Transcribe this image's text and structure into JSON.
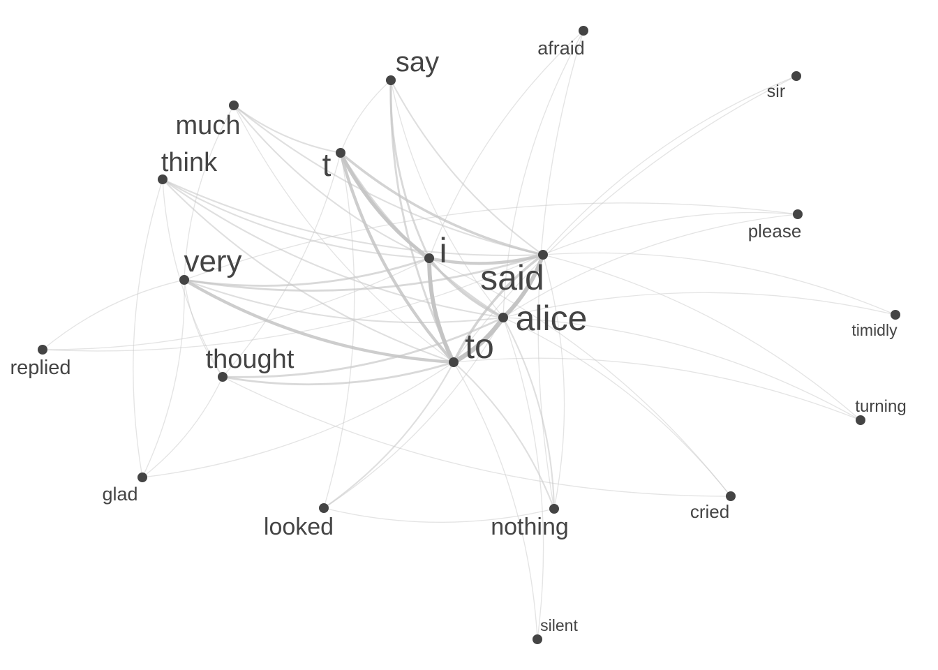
{
  "graph": {
    "style": {
      "node_color": "#444444",
      "edge_color": "#c4c4c4",
      "background": "#ffffff"
    },
    "nodes": [
      {
        "id": "afraid",
        "label": "afraid"
      },
      {
        "id": "sir",
        "label": "sir"
      },
      {
        "id": "say",
        "label": "say"
      },
      {
        "id": "much",
        "label": "much"
      },
      {
        "id": "think",
        "label": "think"
      },
      {
        "id": "t",
        "label": "t"
      },
      {
        "id": "please",
        "label": "please"
      },
      {
        "id": "i",
        "label": "i"
      },
      {
        "id": "said",
        "label": "said"
      },
      {
        "id": "very",
        "label": "very"
      },
      {
        "id": "alice",
        "label": "alice"
      },
      {
        "id": "timidly",
        "label": "timidly"
      },
      {
        "id": "replied",
        "label": "replied"
      },
      {
        "id": "to",
        "label": "to"
      },
      {
        "id": "thought",
        "label": "thought"
      },
      {
        "id": "turning",
        "label": "turning"
      },
      {
        "id": "glad",
        "label": "glad"
      },
      {
        "id": "looked",
        "label": "looked"
      },
      {
        "id": "nothing",
        "label": "nothing"
      },
      {
        "id": "cried",
        "label": "cried"
      },
      {
        "id": "silent",
        "label": "silent"
      }
    ],
    "edges": [
      {
        "source": "to",
        "target": "alice",
        "weight": 8
      },
      {
        "source": "alice",
        "target": "said",
        "weight": 7
      },
      {
        "source": "i",
        "target": "to",
        "weight": 7
      },
      {
        "source": "t",
        "target": "i",
        "weight": 6
      },
      {
        "source": "t",
        "target": "to",
        "weight": 5
      },
      {
        "source": "i",
        "target": "said",
        "weight": 5
      },
      {
        "source": "very",
        "target": "to",
        "weight": 5
      },
      {
        "source": "t",
        "target": "said",
        "weight": 4
      },
      {
        "source": "i",
        "target": "alice",
        "weight": 4
      },
      {
        "source": "said",
        "target": "to",
        "weight": 4
      },
      {
        "source": "very",
        "target": "said",
        "weight": 3
      },
      {
        "source": "very",
        "target": "i",
        "weight": 3
      },
      {
        "source": "thought",
        "target": "to",
        "weight": 3
      },
      {
        "source": "thought",
        "target": "alice",
        "weight": 3
      },
      {
        "source": "say",
        "target": "i",
        "weight": 3
      },
      {
        "source": "say",
        "target": "to",
        "weight": 3
      },
      {
        "source": "t",
        "target": "alice",
        "weight": 3
      },
      {
        "source": "looked",
        "target": "to",
        "weight": 2
      },
      {
        "source": "nothing",
        "target": "to",
        "weight": 2
      },
      {
        "source": "nothing",
        "target": "alice",
        "weight": 2
      },
      {
        "source": "much",
        "target": "t",
        "weight": 2
      },
      {
        "source": "much",
        "target": "i",
        "weight": 2
      },
      {
        "source": "much",
        "target": "said",
        "weight": 2
      },
      {
        "source": "think",
        "target": "said",
        "weight": 2
      },
      {
        "source": "think",
        "target": "i",
        "weight": 2
      },
      {
        "source": "think",
        "target": "to",
        "weight": 2
      },
      {
        "source": "very",
        "target": "alice",
        "weight": 2
      },
      {
        "source": "say",
        "target": "said",
        "weight": 2
      },
      {
        "source": "think",
        "target": "alice",
        "weight": 2
      },
      {
        "source": "much",
        "target": "to",
        "weight": 1
      },
      {
        "source": "very",
        "target": "replied",
        "weight": 1
      },
      {
        "source": "replied",
        "target": "i",
        "weight": 1
      },
      {
        "source": "replied",
        "target": "said",
        "weight": 1
      },
      {
        "source": "afraid",
        "target": "i",
        "weight": 1
      },
      {
        "source": "afraid",
        "target": "alice",
        "weight": 1
      },
      {
        "source": "sir",
        "target": "said",
        "weight": 1
      },
      {
        "source": "sir",
        "target": "to",
        "weight": 1
      },
      {
        "source": "please",
        "target": "said",
        "weight": 1
      },
      {
        "source": "please",
        "target": "alice",
        "weight": 1
      },
      {
        "source": "please",
        "target": "very",
        "weight": 1
      },
      {
        "source": "timidly",
        "target": "said",
        "weight": 1
      },
      {
        "source": "timidly",
        "target": "alice",
        "weight": 1
      },
      {
        "source": "turning",
        "target": "alice",
        "weight": 1
      },
      {
        "source": "turning",
        "target": "to",
        "weight": 1
      },
      {
        "source": "turning",
        "target": "said",
        "weight": 1
      },
      {
        "source": "cried",
        "target": "alice",
        "weight": 1
      },
      {
        "source": "cried",
        "target": "i",
        "weight": 1
      },
      {
        "source": "glad",
        "target": "very",
        "weight": 1
      },
      {
        "source": "glad",
        "target": "to",
        "weight": 1
      },
      {
        "source": "glad",
        "target": "thought",
        "weight": 1
      },
      {
        "source": "silent",
        "target": "to",
        "weight": 1
      },
      {
        "source": "silent",
        "target": "alice",
        "weight": 1
      },
      {
        "source": "thought",
        "target": "t",
        "weight": 1
      },
      {
        "source": "looked",
        "target": "alice",
        "weight": 1
      },
      {
        "source": "looked",
        "target": "t",
        "weight": 1
      },
      {
        "source": "nothing",
        "target": "said",
        "weight": 1
      },
      {
        "source": "much",
        "target": "very",
        "weight": 1
      },
      {
        "source": "think",
        "target": "thought",
        "weight": 1
      },
      {
        "source": "think",
        "target": "glad",
        "weight": 1
      },
      {
        "source": "say",
        "target": "t",
        "weight": 1
      },
      {
        "source": "say",
        "target": "alice",
        "weight": 1
      },
      {
        "source": "afraid",
        "target": "nothing",
        "weight": 1
      },
      {
        "source": "thought",
        "target": "cried",
        "weight": 1
      },
      {
        "source": "very",
        "target": "thought",
        "weight": 1
      },
      {
        "source": "looked",
        "target": "nothing",
        "weight": 1
      }
    ]
  }
}
